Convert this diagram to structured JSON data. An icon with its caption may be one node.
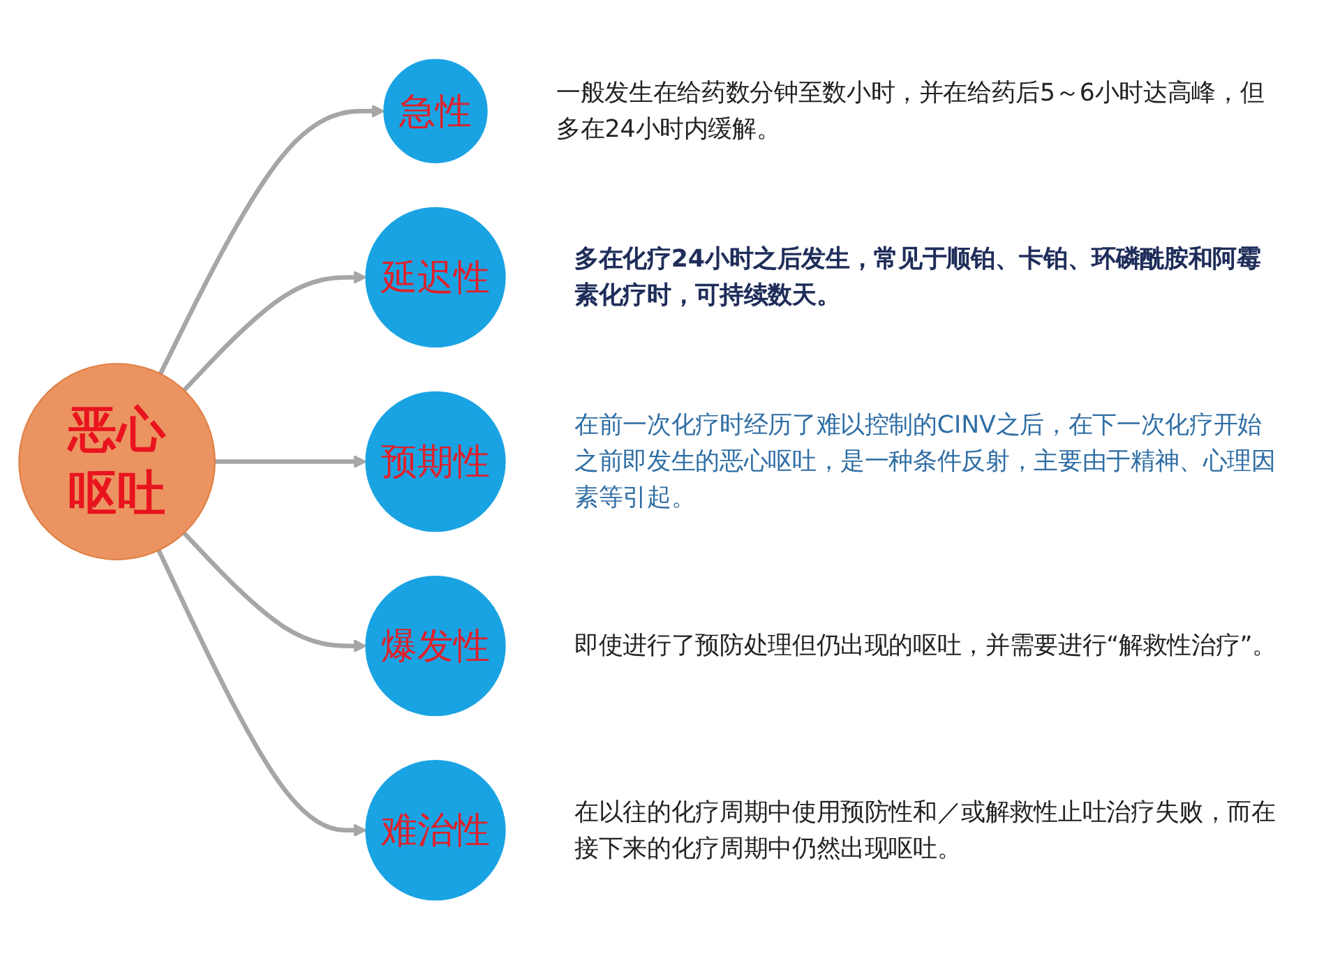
{
  "diagram": {
    "nodes": [
      {
        "text": [
          "恶心呕吐"
        ]
      },
      {
        "text": [
          "急性"
        ],
        "beside": [
          "一般发生在给药数分钟至数小时，并在给药后5～6小时达高峰，但多在24小时内缓解。"
        ]
      },
      {
        "text": [
          "延迟性"
        ],
        "beside": [
          "多在化疗24小时之后发生，常见于顺铂、卡铂、环磷酰胺和阿霉素化疗时，可持续数天。"
        ]
      },
      {
        "text": [
          "预期性"
        ],
        "beside": [
          "在前一次化疗时经历了难以控制的CINV之后，在下一次化疗开始之前即发生的恶心呕吐，是一种条件反射，主要由于精神、心理因素等引起。"
        ]
      },
      {
        "text": [
          "爆发性"
        ],
        "beside": [
          "即使进行了预防处理但仍出现的呕吐，并需要进行“解救性治疗”。"
        ]
      },
      {
        "text": [
          "难治性"
        ],
        "beside": [
          "在以往的化疗周期中使用预防性和／或解救性止吐治疗失败，而在接下来的化疗周期中仍然出现呕吐。"
        ]
      }
    ],
    "edges": [
      {
        "from": 0,
        "to": 1,
        "arrow": "to"
      },
      {
        "from": 0,
        "to": 2,
        "arrow": "to"
      },
      {
        "from": 0,
        "to": 3,
        "arrow": "to"
      },
      {
        "from": 0,
        "to": 4,
        "arrow": "to"
      },
      {
        "from": 0,
        "to": 5,
        "arrow": "to"
      }
    ]
  }
}
